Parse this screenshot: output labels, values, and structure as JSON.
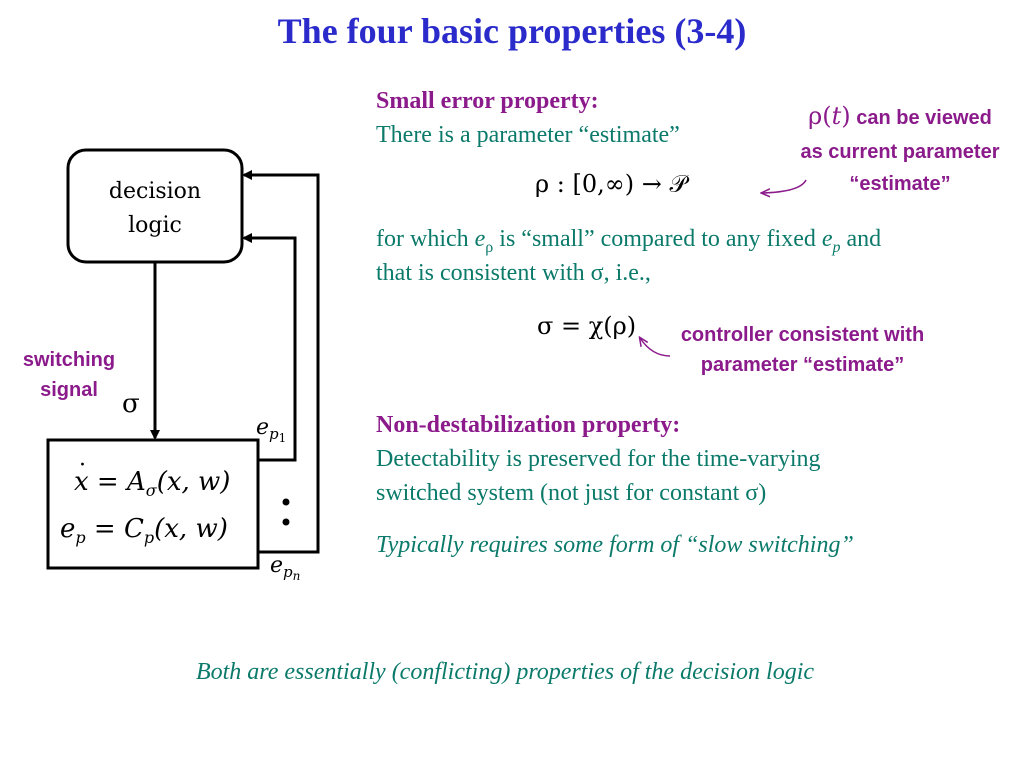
{
  "title": "The four basic properties (3-4)",
  "small_error": {
    "heading": "Small error property:",
    "line1": "There is a parameter “estimate”",
    "rho_def": "ρ : [0,∞) → 𝒫",
    "for_which_1": "for which ",
    "e": "e",
    "rho": "ρ",
    "p": "p",
    "for_which_2": " is “small” compared to any fixed ",
    "for_which_3": " and",
    "consistent": "that is consistent with σ, i.e.,",
    "sigma_eq": "σ = χ(ρ)"
  },
  "annotations": {
    "rho_t": "ρ(",
    "t": "t",
    "rho_t_close": ")",
    "rho_note_1": " can be viewed",
    "rho_note_2": "as current parameter",
    "rho_note_3": "“estimate”",
    "controller_1": "controller consistent with",
    "controller_2": "parameter “estimate”"
  },
  "non_destab": {
    "heading": "Non-destabilization property:",
    "line1": "Detectability is preserved for the time-varying",
    "line2": "switched system (not just for constant σ)",
    "typically": "Typically requires some form of “slow switching”"
  },
  "footer": "Both are essentially (conflicting) properties of the decision logic",
  "diagram": {
    "decision_line1": "decision",
    "decision_line2": "logic",
    "switching_1": "switching",
    "switching_2": "signal",
    "sigma": "σ",
    "eq1_x": "x",
    "eq1_rest": " = A",
    "eq1_sub": "σ",
    "eq1_args": "(x, w)",
    "eq2_e": "e",
    "eq2_p": "p",
    "eq2_mid": " = C",
    "eq2_sub": "p",
    "eq2_args": "(x, w)",
    "ep1_e": "e",
    "ep1_p": "p",
    "ep1_1": "1",
    "epn_e": "e",
    "epn_p": "p",
    "epn_n": "n",
    "dots": "⋮"
  },
  "colors": {
    "title": "#2b2bcc",
    "heading": "#8b1a8b",
    "body": "#0b7a6a"
  }
}
